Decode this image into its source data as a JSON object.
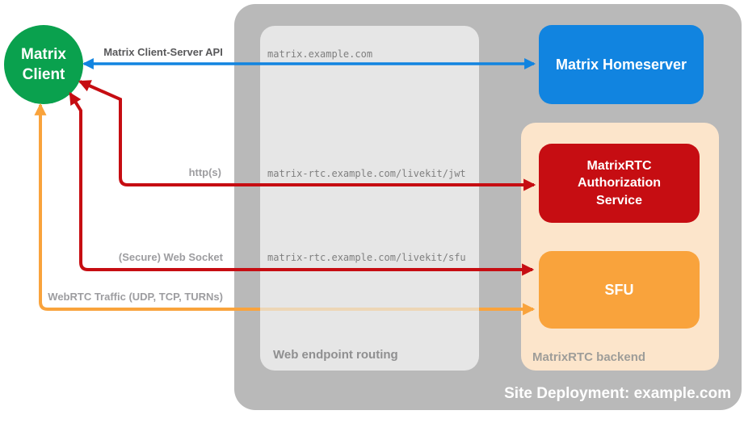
{
  "nodes": {
    "client": {
      "label": "Matrix Client",
      "color": "#0aa14e"
    },
    "homeserver": {
      "label": "Matrix Homeserver",
      "color": "#1184e0"
    },
    "auth_service": {
      "label": "MatrixRTC Authorization Service",
      "color": "#c60d12"
    },
    "sfu": {
      "label": "SFU",
      "color": "#f9a33c"
    }
  },
  "containers": {
    "site": {
      "label": "Site Deployment: example.com",
      "color": "#b9b9b9"
    },
    "routing": {
      "label": "Web endpoint routing",
      "color": "#e6e6e6"
    },
    "backend": {
      "label": "MatrixRTC backend",
      "color": "#fce5cb"
    }
  },
  "endpoints": {
    "homeserver_host": "matrix.example.com",
    "jwt_path": "matrix-rtc.example.com/livekit/jwt",
    "sfu_path": "matrix-rtc.example.com/livekit/sfu"
  },
  "arrows": {
    "api": {
      "label": "Matrix Client-Server API",
      "color": "#1184e0"
    },
    "http": {
      "label": "http(s)",
      "color": "#c60d12"
    },
    "ws": {
      "label": "(Secure) Web Socket",
      "color": "#c60d12"
    },
    "webrtc": {
      "label": "WebRTC Traffic (UDP, TCP, TURNs)",
      "color": "#f9a33c",
      "faded_color": "#edd6b6"
    }
  }
}
